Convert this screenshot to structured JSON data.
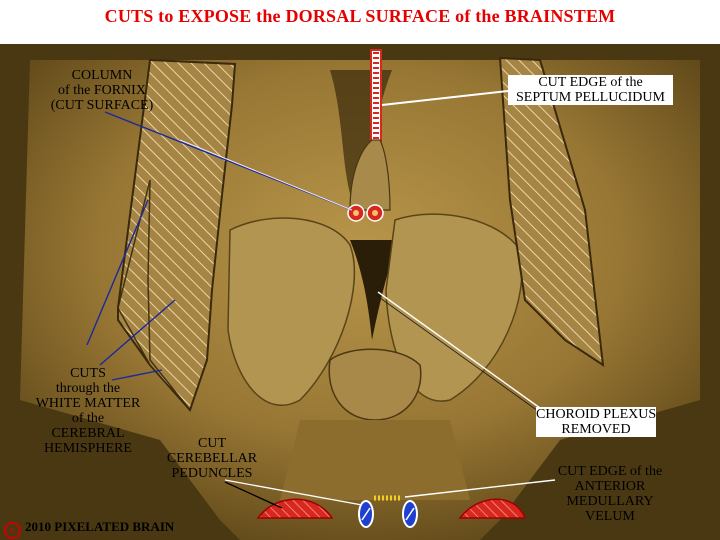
{
  "title": "CUTS to EXPOSE the DORSAL SURFACE of the BRAINSTEM",
  "labels": {
    "fornix": [
      "COLUMN",
      "of the FORNIX",
      "(CUT SURFACE)"
    ],
    "septum": [
      "CUT EDGE of the",
      "SEPTUM PELLUCIDUM"
    ],
    "white_matter": [
      "CUTS",
      "through the",
      "WHITE MATTER",
      "of the",
      "CEREBRAL",
      "HEMISPHERE"
    ],
    "choroid": [
      "CHOROID PLEXUS",
      "REMOVED"
    ],
    "peduncles": [
      "CUT",
      "CEREBELLAR",
      "PEDUNCLES"
    ],
    "velum": [
      "CUT EDGE of the",
      "ANTERIOR",
      "MEDULLARY",
      "VELUM"
    ]
  },
  "copyright": {
    "symbol": "c",
    "text": "2010  PIXELATED BRAIN"
  },
  "colors": {
    "title": "#e60000",
    "tissue": "#9a7b34",
    "tissue_dark": "#3a2a0c",
    "cut_hatch": "#c7a45e",
    "cut_red": "#d8281e",
    "cut_blue": "#1f3fd0",
    "velum_yellow": "#f2d020",
    "leader_white": "#ffffff",
    "leader_blue": "#1a2a9a"
  }
}
